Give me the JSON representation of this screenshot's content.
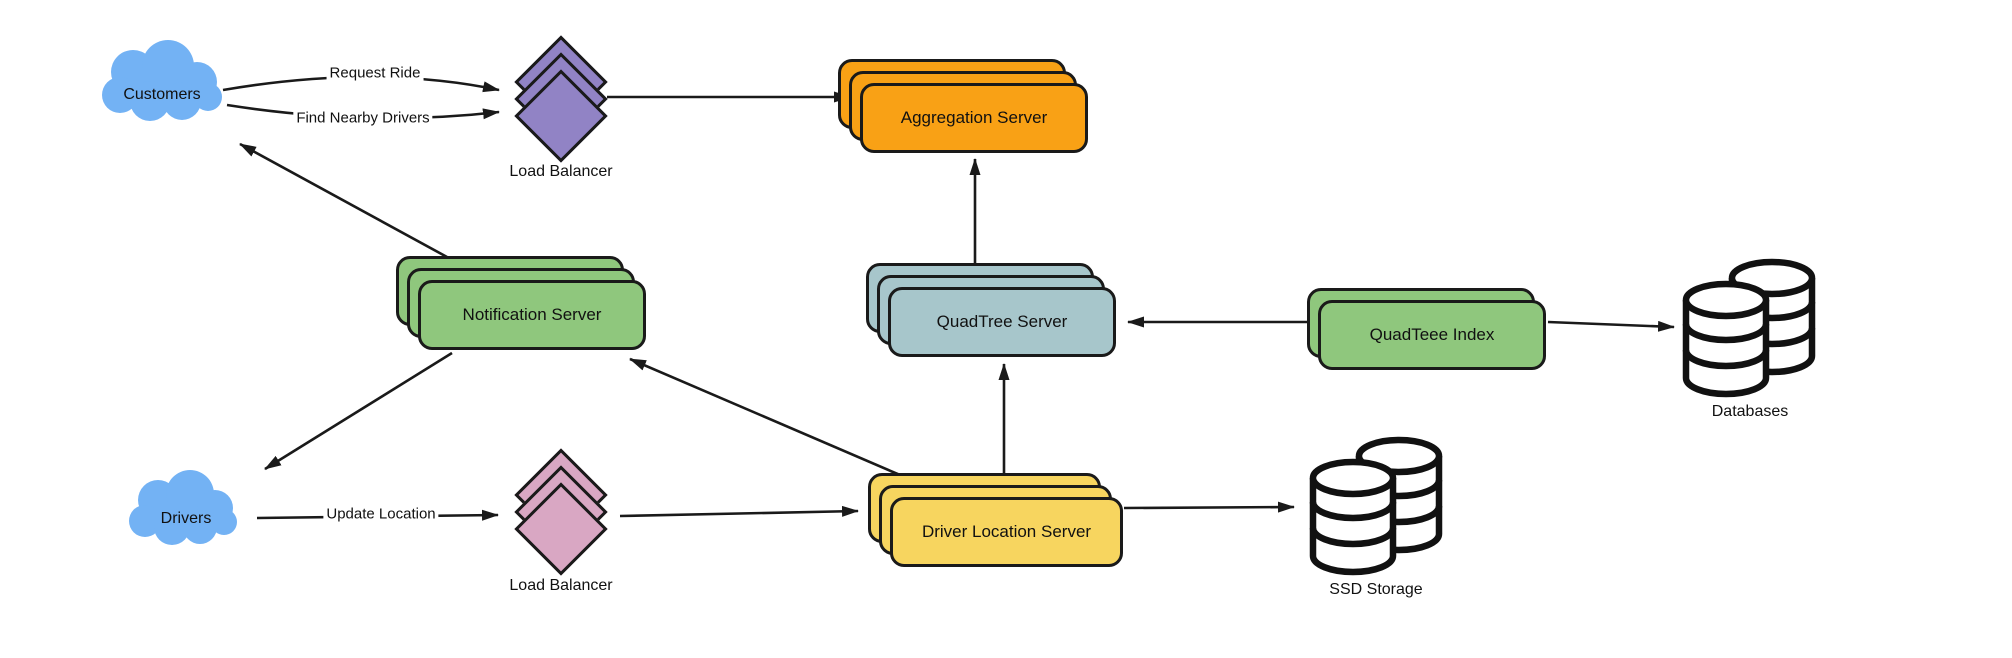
{
  "diagram": {
    "nodes": {
      "customers": {
        "label": "Customers"
      },
      "drivers": {
        "label": "Drivers"
      },
      "load_balancer_top": {
        "label": "Load Balancer"
      },
      "load_balancer_bottom": {
        "label": "Load Balancer"
      },
      "aggregation_server": {
        "label": "Aggregation Server"
      },
      "notification_server": {
        "label": "Notification Server"
      },
      "quadtree_server": {
        "label": "QuadTree Server"
      },
      "quadteee_index": {
        "label": "QuadTeee Index"
      },
      "driver_location_server": {
        "label": "Driver Location Server"
      },
      "databases": {
        "label": "Databases"
      },
      "ssd_storage": {
        "label": "SSD Storage"
      }
    },
    "edge_labels": {
      "request_ride": "Request Ride",
      "find_nearby_drivers": "Find Nearby Drivers",
      "update_location": "Update Location"
    },
    "edges": [
      {
        "from": "Customers",
        "to": "Load Balancer (top)",
        "label": "Request Ride"
      },
      {
        "from": "Customers",
        "to": "Load Balancer (top)",
        "label": "Find Nearby Drivers"
      },
      {
        "from": "Load Balancer (top)",
        "to": "Aggregation Server",
        "label": ""
      },
      {
        "from": "Aggregation Server",
        "to": "QuadTree Server",
        "label": "",
        "bidirectional": true
      },
      {
        "from": "QuadTeee Index",
        "to": "QuadTree Server",
        "label": ""
      },
      {
        "from": "QuadTeee Index",
        "to": "Databases",
        "label": ""
      },
      {
        "from": "Notification Server",
        "to": "Customers",
        "label": ""
      },
      {
        "from": "Notification Server",
        "to": "Drivers",
        "label": ""
      },
      {
        "from": "Driver Location Server",
        "to": "Notification Server",
        "label": ""
      },
      {
        "from": "Drivers",
        "to": "Load Balancer (bottom)",
        "label": "Update Location"
      },
      {
        "from": "Load Balancer (bottom)",
        "to": "Driver Location Server",
        "label": ""
      },
      {
        "from": "Driver Location Server",
        "to": "QuadTree Server",
        "label": ""
      },
      {
        "from": "Driver Location Server",
        "to": "SSD Storage",
        "label": ""
      }
    ],
    "colors": {
      "cloud": "#73B2F4",
      "load_balancer_top": "#9183C5",
      "load_balancer_bottom": "#D9A7C3",
      "aggregation": "#F9A115",
      "notification": "#8FC77D",
      "quadtree": "#A7C6CB",
      "index": "#8FC77D",
      "driver_location": "#F7D55F",
      "outline": "#1A1A1A"
    }
  }
}
